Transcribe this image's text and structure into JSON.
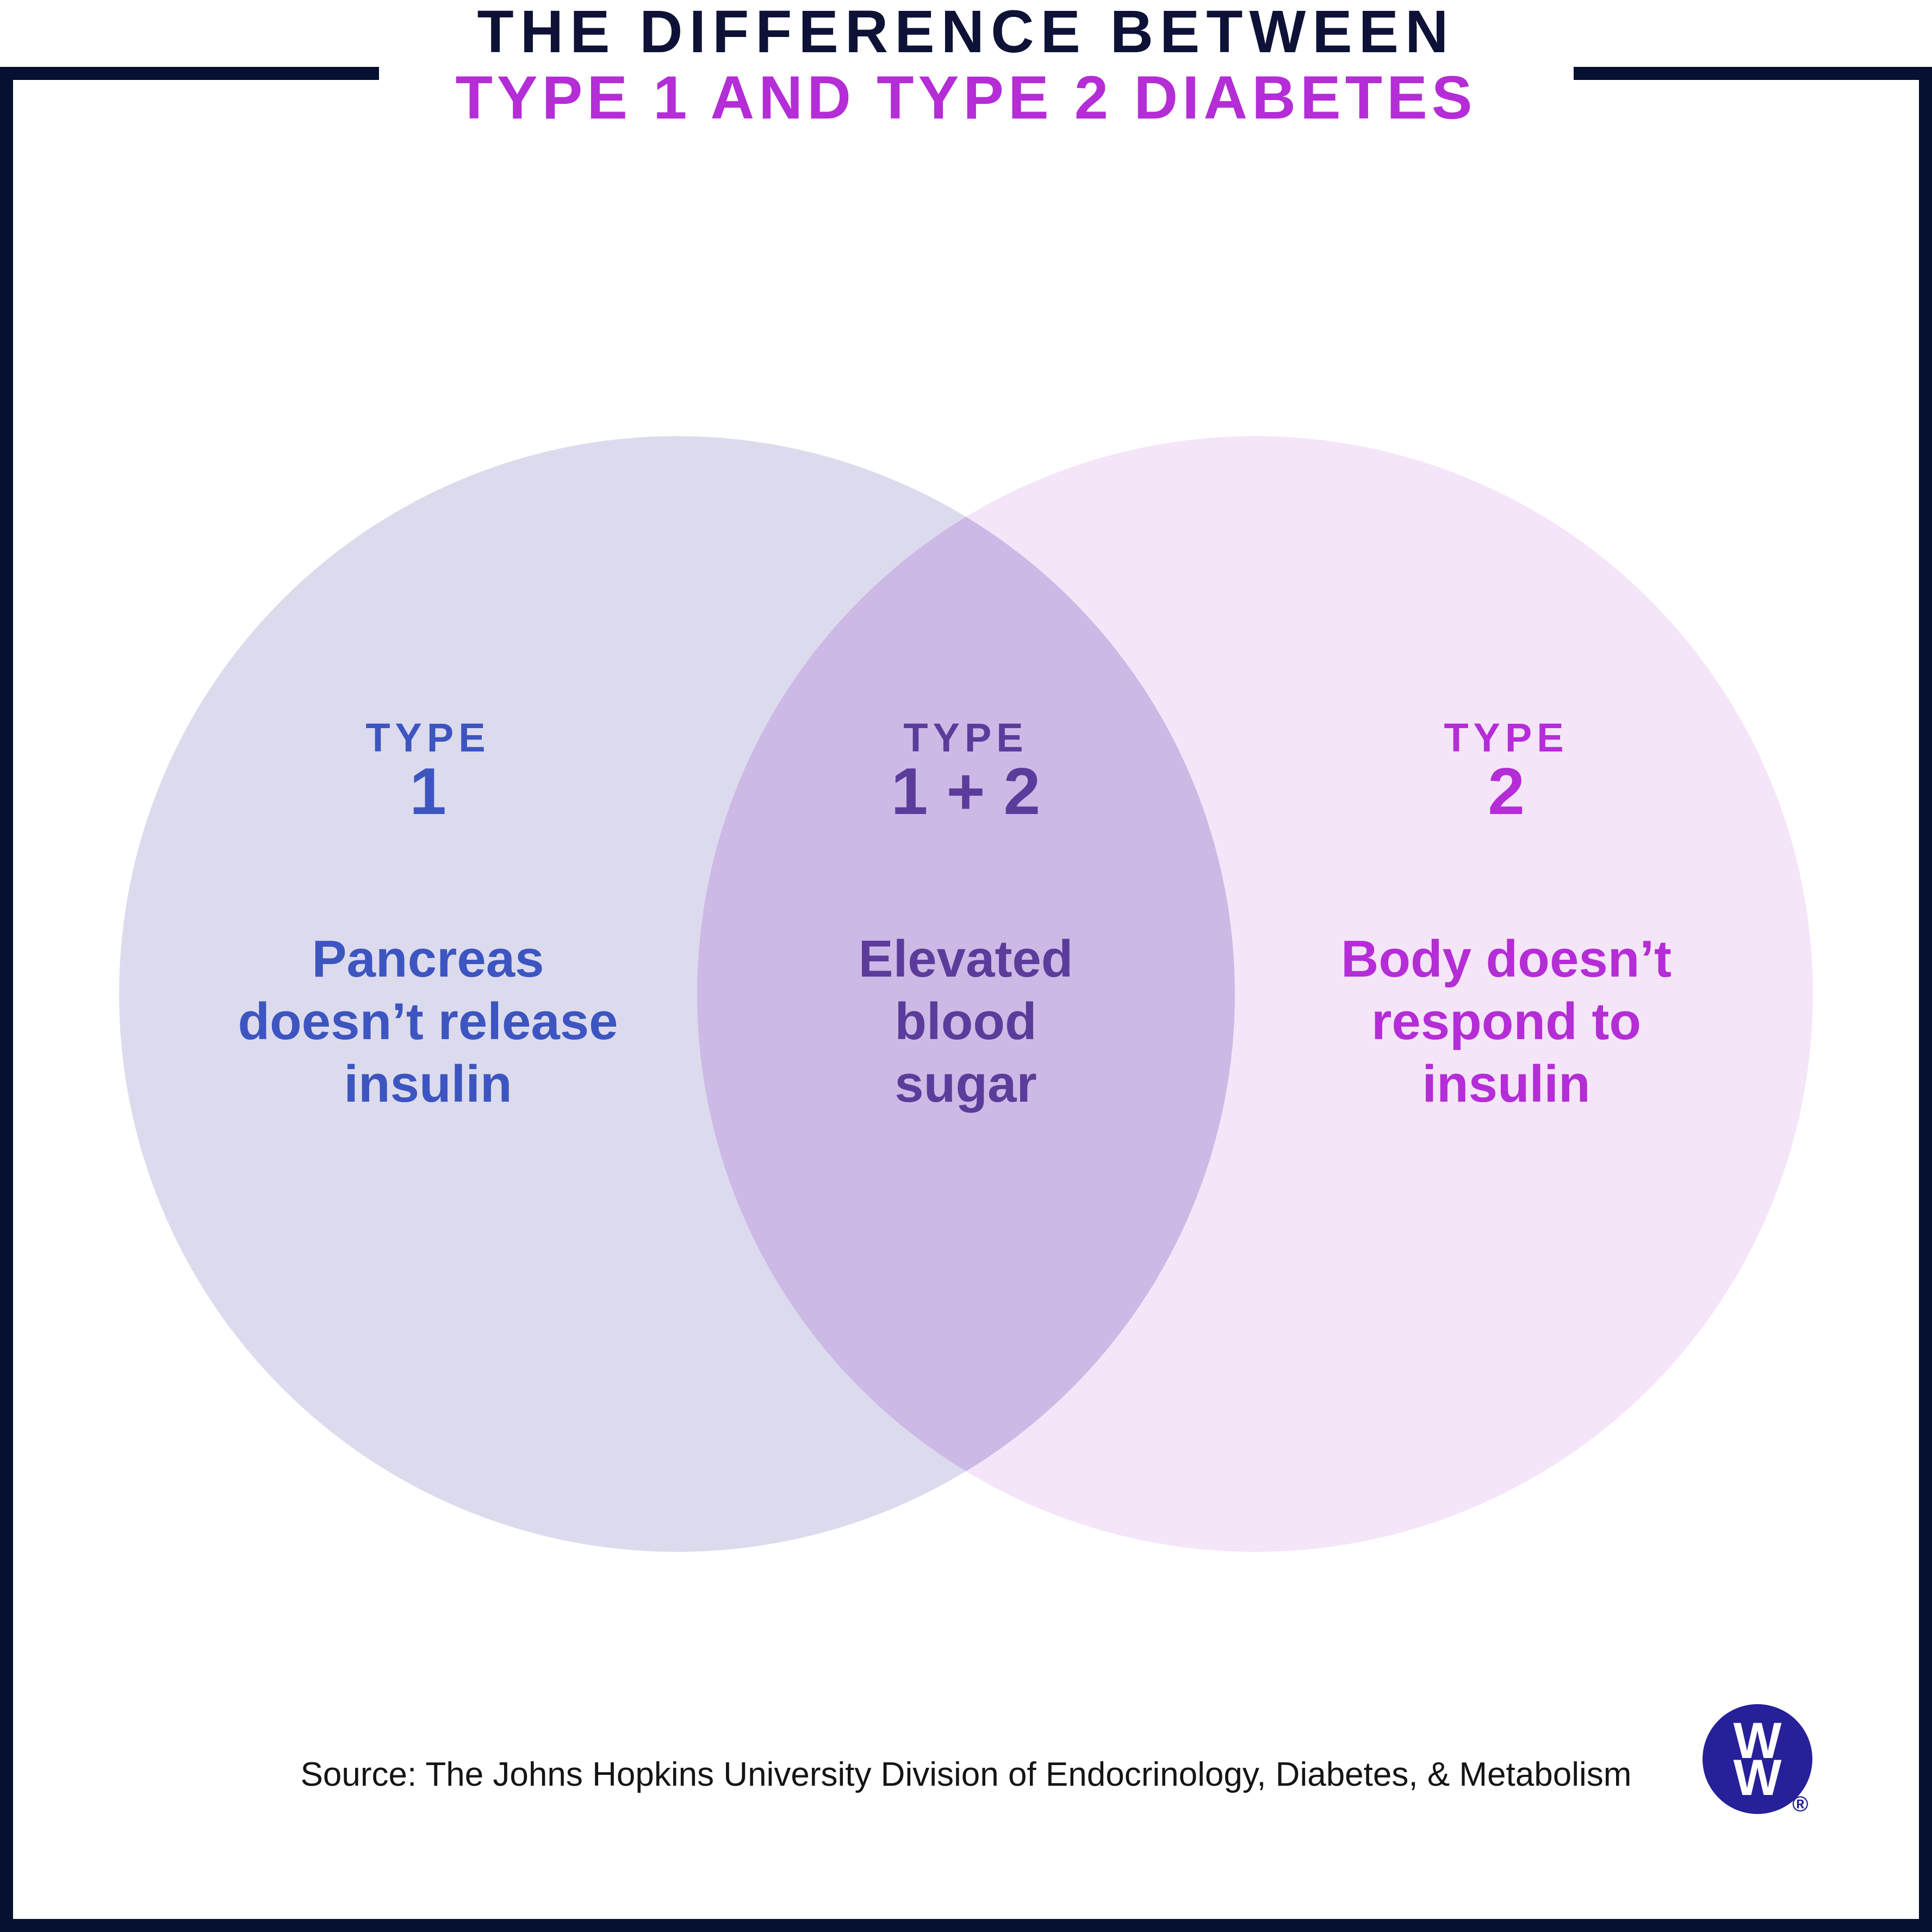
{
  "title": {
    "line1": "THE DIFFERENCE BETWEEN",
    "line2": "TYPE 1 AND TYPE 2 DIABETES"
  },
  "venn": {
    "left": {
      "label": "TYPE",
      "number": "1",
      "desc_lines": [
        "Pancreas",
        "doesn’t release",
        "insulin"
      ]
    },
    "overlap": {
      "label": "TYPE",
      "number": "1 + 2",
      "desc_lines": [
        "Elevated",
        "blood",
        "sugar"
      ]
    },
    "right": {
      "label": "TYPE",
      "number": "2",
      "desc_lines": [
        "Body doesn’t",
        "respond to",
        "insulin"
      ]
    }
  },
  "source": "Source: The Johns Hopkins University Division of Endocrinology, Diabetes, & Metabolism",
  "logo": {
    "letters": [
      "W",
      "W"
    ],
    "registered": "®"
  },
  "colors": {
    "frame_navy": "#061030",
    "title_navy": "#0d1236",
    "title_magenta": "#b42dd6",
    "type1_blue": "#3d55c0",
    "overlap_purple": "#5b3c9b",
    "type2_magenta": "#b42dd6",
    "circle_left_fill": "#dcdbee",
    "circle_right_fill": "#f5e5f9",
    "circle_overlap_fill": "#cdb9e5",
    "logo_blue": "#262099",
    "source_text": "#141414",
    "background": "#ffffff"
  }
}
